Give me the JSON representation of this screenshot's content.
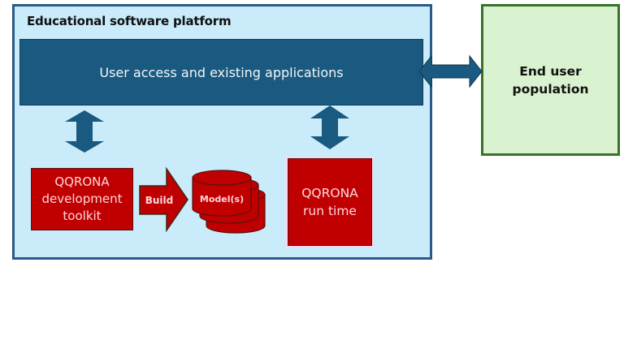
{
  "platform": {
    "title": "Educational software platform",
    "band_label": "User access and existing applications"
  },
  "end_user": {
    "line1": "End user",
    "line2": "population"
  },
  "dev_toolkit": {
    "line1": "QQRONA",
    "line2": "development",
    "line3": "toolkit"
  },
  "build_arrow": {
    "label": "Build"
  },
  "models": {
    "label": "Model(s)"
  },
  "run_time": {
    "line1": "QQRONA",
    "line2": "run time"
  },
  "colors": {
    "platform_fill": "#c9ebfa",
    "platform_border": "#2a5a88",
    "band_fill": "#1a5a80",
    "end_user_fill": "#d9f2d0",
    "end_user_border": "#3a7028",
    "component_fill": "#c00000",
    "arrow_fill": "#1a5a80"
  }
}
